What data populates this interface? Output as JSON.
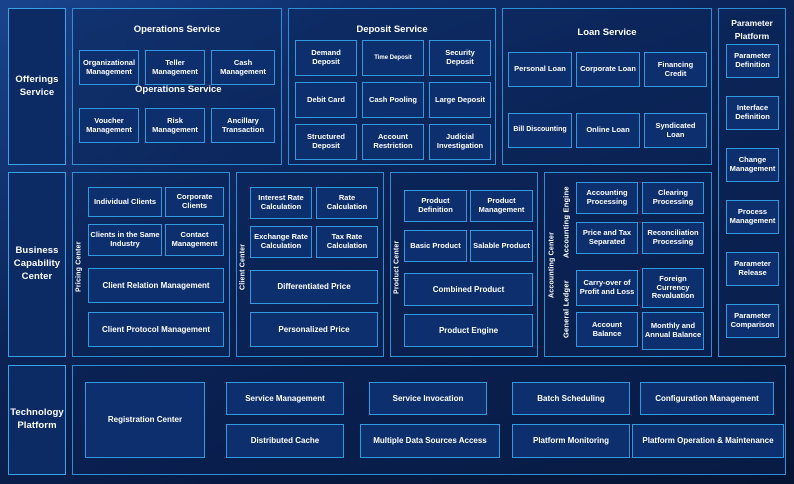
{
  "bands": {
    "offerings": {
      "label": "Offerings\nService"
    },
    "capability": {
      "label": "Business\nCapability\nCenter"
    },
    "technology": {
      "label": "Technology\nPlatform"
    }
  },
  "offerings_service": {
    "groups": [
      {
        "title": "Operations Service",
        "stray_title": "Operations Service",
        "items": [
          "Organizational Management",
          "Teller Management",
          "Cash Management",
          "Voucher Management",
          "Risk Management",
          "Ancillary Transaction"
        ]
      },
      {
        "title": "Deposit Service",
        "items": [
          "Demand Deposit",
          "Time Deposit",
          "Security Deposit",
          "Debit Card",
          "Cash Pooling",
          "Large Deposit",
          "Structured Deposit",
          "Account Restriction",
          "Judicial Investigation"
        ]
      },
      {
        "title": "Loan Service",
        "items": [
          "Personal Loan",
          "Corporate Loan",
          "Financing Credit",
          "Bill Discounting",
          "Online Loan",
          "Syndicated Loan"
        ]
      }
    ]
  },
  "sidebar": {
    "title": "Parameter\nPlatform",
    "items": [
      "Parameter Definition",
      "Interface Definition",
      "Change Management",
      "Process Management",
      "Parameter Release",
      "Parameter Comparison"
    ]
  },
  "capability_center": {
    "groups": [
      {
        "vlabel": "Pricing Center",
        "items": [
          "Individual Clients",
          "Corporate Clients",
          "Clients in the Same Industry",
          "Contact Management",
          "Client Relation Management",
          "Client Protocol Management"
        ]
      },
      {
        "vlabel": "Client Center",
        "items": [
          "Interest Rate Calculation",
          "Rate Calculation",
          "Exchange Rate Calculation",
          "Tax Rate Calculation",
          "Differentiated Price",
          "Personalized Price"
        ]
      },
      {
        "vlabel": "Product Center",
        "items": [
          "Product Definition",
          "Product Management",
          "Basic Product",
          "Salable Product",
          "Combined Product",
          "Product Engine"
        ]
      },
      {
        "vlabel": "Accounting Center",
        "sublabels": [
          "Accounting Engine",
          "General  Ledger"
        ],
        "engine_items": [
          "Accounting Processing",
          "Clearing Processing",
          "Price and Tax Separated",
          "Reconciliation Processing"
        ],
        "ledger_items": [
          "Carry-over of Profit and Loss",
          "Foreign Currency Revaluation",
          "Account Balance",
          "Monthly and Annual Balance"
        ]
      }
    ]
  },
  "technology_platform": {
    "primary": "Registration Center",
    "items": [
      "Service Management",
      "Service Invocation",
      "Batch Scheduling",
      "Configuration Management",
      "Distributed Cache",
      "Multiple Data Sources Access",
      "Platform Monitoring",
      "Platform Operation & Maintenance"
    ]
  },
  "colors": {
    "border": "#2f9ae0",
    "box_fill": "#0d2f6e",
    "background": "#0a2050",
    "text": "#ffffff"
  }
}
